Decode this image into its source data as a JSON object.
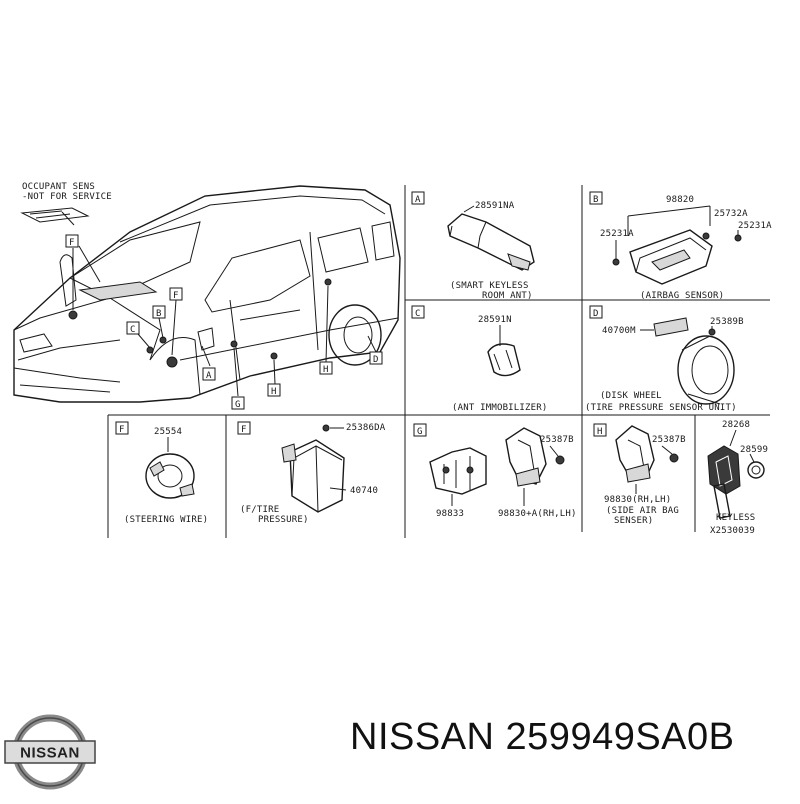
{
  "overview": {
    "occupant_note_line1": "OCCUPANT SENS",
    "occupant_note_line2": "-NOT FOR SERVICE",
    "callouts": [
      "F",
      "F",
      "B",
      "C",
      "A",
      "G",
      "H",
      "H",
      "D"
    ]
  },
  "panels": [
    {
      "letter": "A",
      "parts": [
        "28591NA"
      ],
      "caption": [
        "(SMART KEYLESS",
        "ROOM ANT)"
      ]
    },
    {
      "letter": "B",
      "parts": [
        "98820",
        "25732A",
        "25231A",
        "25231A"
      ],
      "caption": [
        "(AIRBAG SENSOR)"
      ]
    },
    {
      "letter": "C",
      "parts": [
        "28591N"
      ],
      "caption": [
        "(ANT IMMOBILIZER)"
      ]
    },
    {
      "letter": "D",
      "parts": [
        "40700M",
        "25389B"
      ],
      "caption": [
        "(DISK WHEEL",
        "(TIRE PRESSURE SENSOR UNIT)"
      ]
    },
    {
      "letter": "F",
      "parts": [
        "25554"
      ],
      "caption": [
        "(STEERING WIRE)"
      ]
    },
    {
      "letter": "F",
      "parts": [
        "25386DA",
        "40740"
      ],
      "caption": [
        "(F/TIRE",
        "PRESSURE)"
      ]
    },
    {
      "letter": "G",
      "parts": [
        "25387B",
        "98833",
        "98830+A(RH,LH)"
      ],
      "caption": []
    },
    {
      "letter": "H",
      "parts": [
        "25387B",
        "98830(RH,LH)"
      ],
      "caption": [
        "(SIDE AIR BAG",
        "SENSER)"
      ]
    },
    {
      "letter": "",
      "parts": [
        "28268",
        "28599"
      ],
      "caption": [
        "KEYLESS"
      ]
    }
  ],
  "drawing_number": "X2530039",
  "logo_text": "NISSAN",
  "brand_title": "NISSAN 259949SA0B"
}
